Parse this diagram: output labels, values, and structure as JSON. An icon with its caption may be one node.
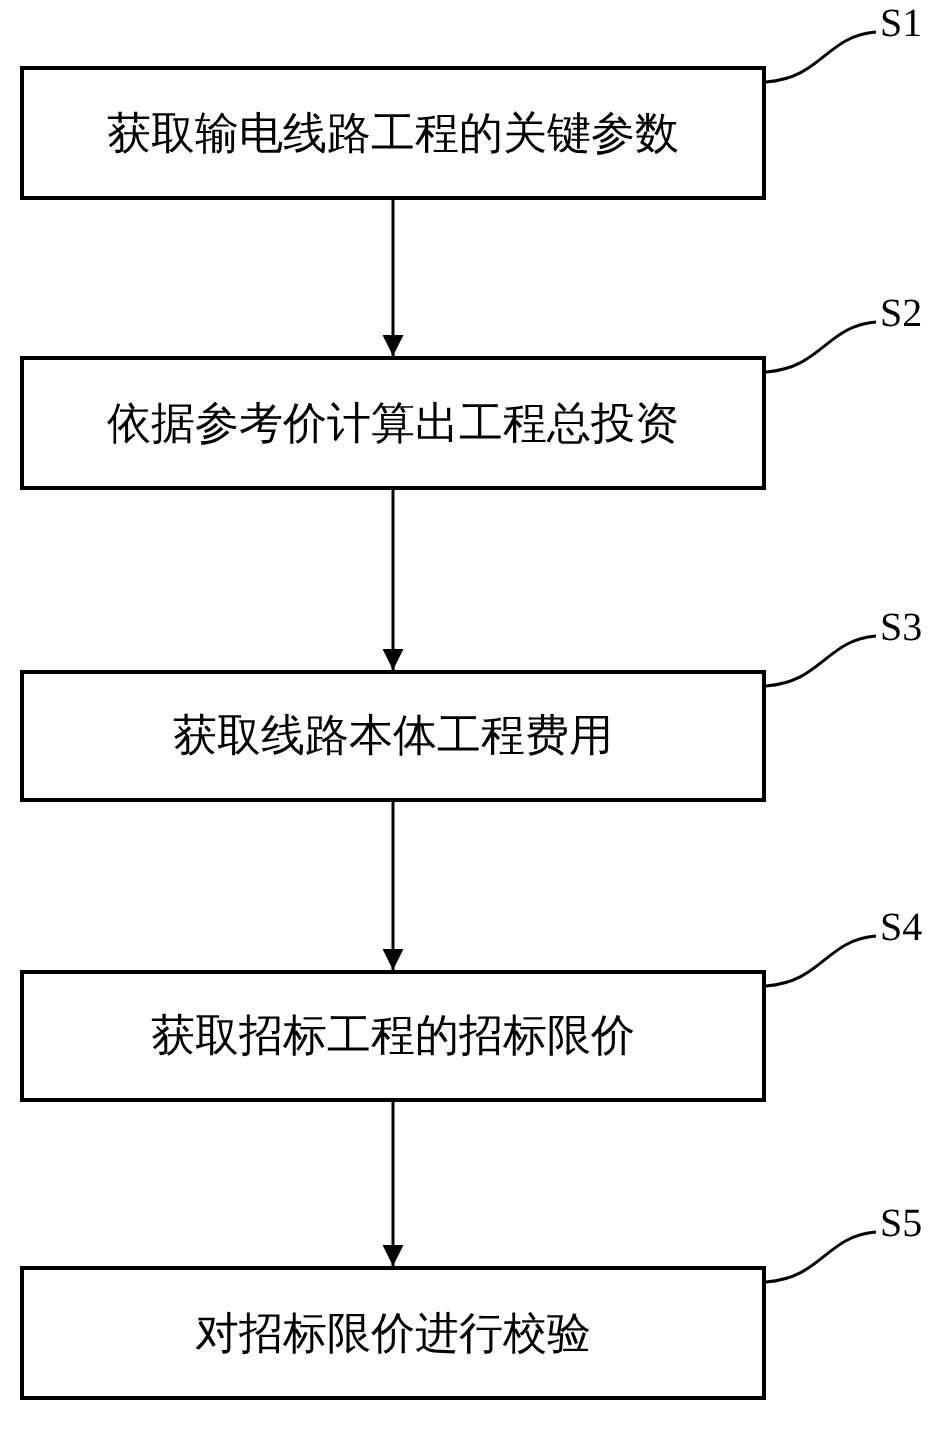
{
  "diagram": {
    "nodes": [
      {
        "text": [
          "获取输电线路工程的关键参数"
        ]
      },
      {
        "text": [
          "依据参考价计算出工程总投资"
        ]
      },
      {
        "text": [
          "获取线路本体工程费用"
        ]
      },
      {
        "text": [
          "获取招标工程的招标限价"
        ]
      },
      {
        "text": [
          "对招标限价进行校验"
        ]
      },
      {
        "text": [
          "S1"
        ]
      },
      {
        "text": [
          "S2"
        ]
      },
      {
        "text": [
          "S3"
        ]
      },
      {
        "text": [
          "S4"
        ]
      },
      {
        "text": [
          "S5"
        ]
      }
    ],
    "edges": [
      {
        "from": 0,
        "to": 1,
        "arrow": "to"
      },
      {
        "from": 1,
        "to": 2,
        "arrow": "to"
      },
      {
        "from": 2,
        "to": 3,
        "arrow": "to"
      },
      {
        "from": 3,
        "to": 4,
        "arrow": "to"
      },
      {
        "from": 5,
        "to": 0,
        "arrow": "none"
      },
      {
        "from": 6,
        "to": 1,
        "arrow": "none"
      },
      {
        "from": 7,
        "to": 2,
        "arrow": "none"
      },
      {
        "from": 8,
        "to": 3,
        "arrow": "none"
      },
      {
        "from": 9,
        "to": 4,
        "arrow": "none"
      }
    ]
  }
}
